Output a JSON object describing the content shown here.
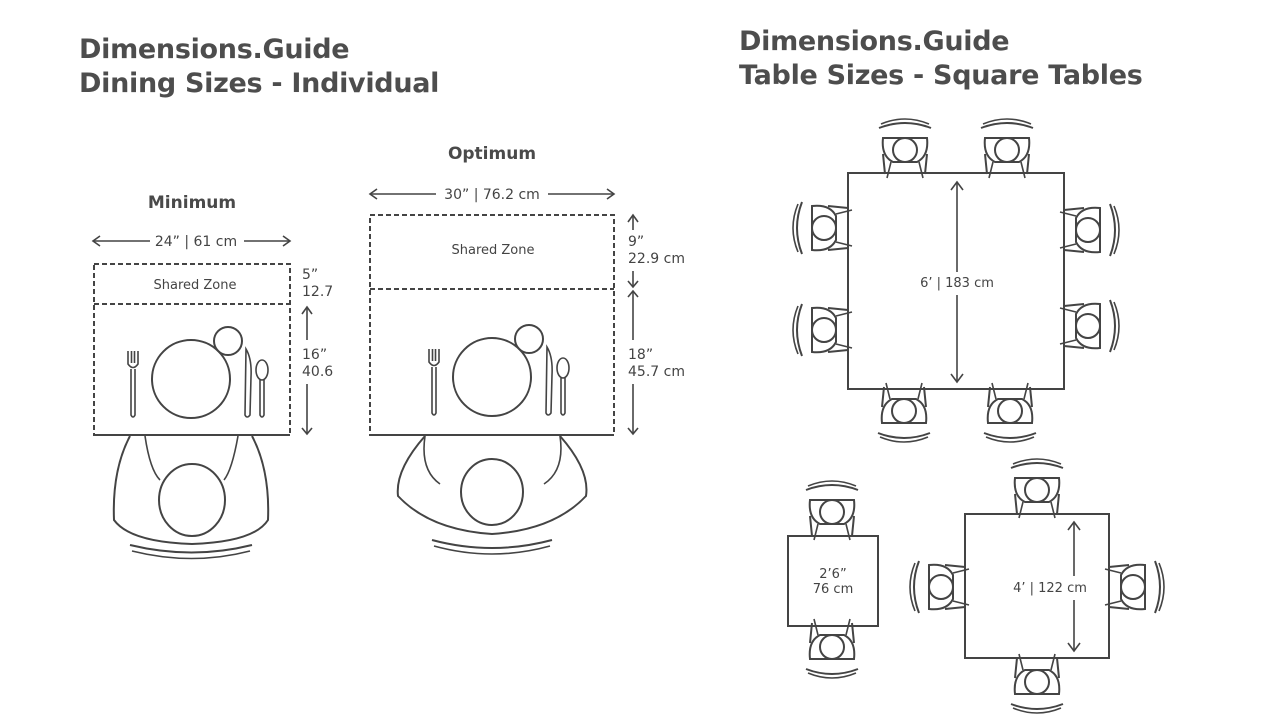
{
  "left_title": {
    "line1": "Dimensions.Guide",
    "line2": "Dining Sizes - Individual"
  },
  "right_title": {
    "line1": "Dimensions.Guide",
    "line2": "Table Sizes - Square Tables"
  },
  "minimum": {
    "heading": "Minimum",
    "width": "24” | 61 cm",
    "zone_label": "Shared Zone",
    "zone_depth_in": "5”",
    "zone_depth_cm": "12.7",
    "place_depth_in": "16”",
    "place_depth_cm": "40.6"
  },
  "optimum": {
    "heading": "Optimum",
    "width": "30” | 76.2 cm",
    "zone_label": "Shared Zone",
    "zone_depth_in": "9”",
    "zone_depth_cm": "22.9 cm",
    "place_depth_in": "18”",
    "place_depth_cm": "45.7 cm"
  },
  "square_tables": {
    "large": "6’ | 183 cm",
    "small_in": "2’6”",
    "small_cm": "76 cm",
    "medium": "4’ | 122 cm"
  }
}
